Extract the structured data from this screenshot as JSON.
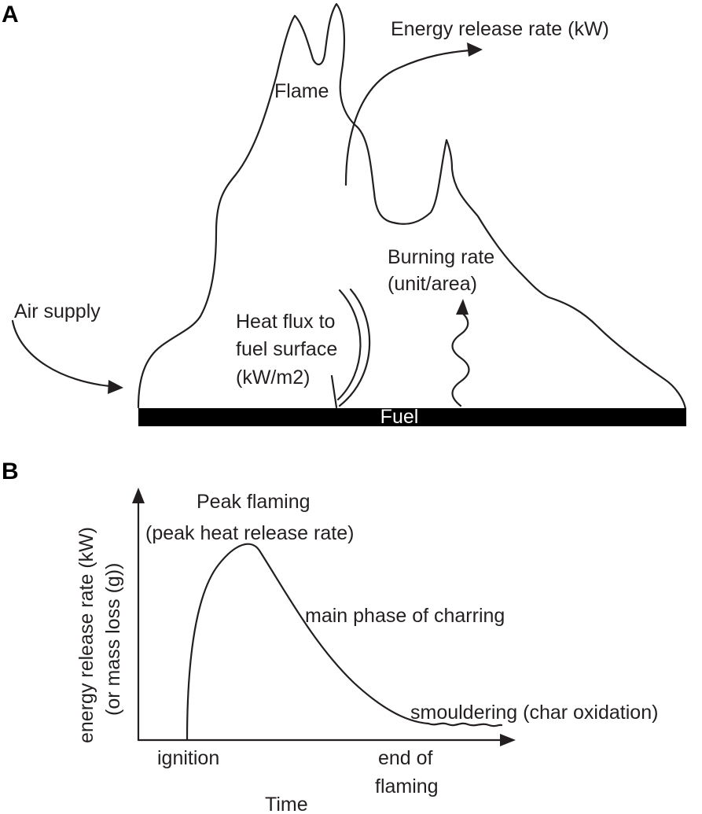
{
  "panel_a": {
    "panel_label": "A",
    "labels": {
      "energy_release_rate": "Energy release rate (kW)",
      "flame": "Flame",
      "burning_rate_line1": "Burning rate",
      "burning_rate_line2": "(unit/area)",
      "air_supply": "Air supply",
      "heat_flux_line1": "Heat flux to",
      "heat_flux_line2": "fuel surface",
      "heat_flux_line3": "(kW/m2)",
      "fuel": "Fuel"
    }
  },
  "panel_b": {
    "panel_label": "B",
    "labels": {
      "ylabel_line1": "energy release rate (kW)",
      "ylabel_line2": "(or mass loss (g))",
      "peak_line1": "Peak flaming",
      "peak_line2": "(peak heat release rate)",
      "charring": "main phase of charring",
      "smouldering": "smouldering (char oxidation)",
      "ignition": "ignition",
      "end_line1": "end of",
      "end_line2": "flaming",
      "xlabel": "Time"
    }
  },
  "colors": {
    "ink": "#231f20",
    "fuel_bar": "#000000",
    "background": "#ffffff"
  }
}
